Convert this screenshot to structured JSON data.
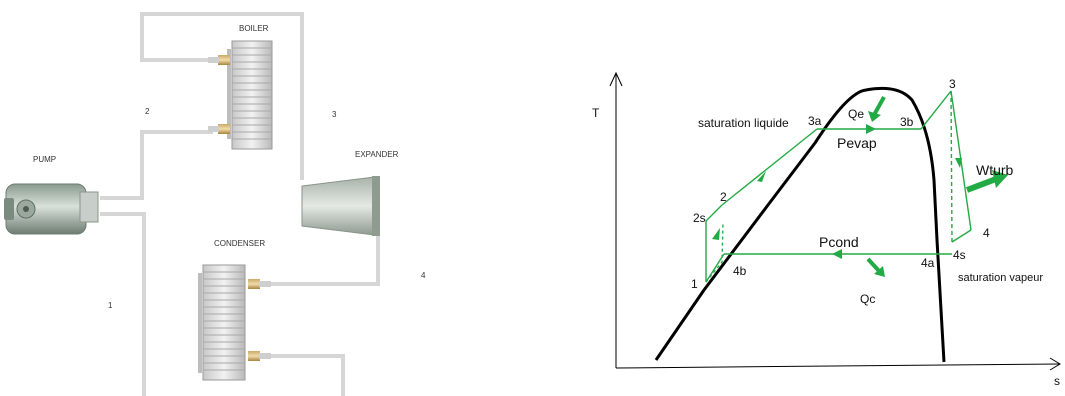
{
  "schematic": {
    "components": {
      "boiler": "BOILER",
      "pump": "PUMP",
      "expander": "EXPANDER",
      "condenser": "CONDENSER"
    },
    "states": {
      "s1": "1",
      "s2": "2",
      "s3": "3",
      "s4": "4"
    }
  },
  "ts_diagram": {
    "axes": {
      "y": "T",
      "x": "s"
    },
    "points": {
      "p1": "1",
      "p2": "2",
      "p2s": "2s",
      "p3": "3",
      "p3a": "3a",
      "p3b": "3b",
      "p4": "4",
      "p4s": "4s",
      "p4a": "4a",
      "p4b": "4b"
    },
    "labels": {
      "sat_liquid": "saturation liquide",
      "sat_vapor": "saturation vapeur",
      "pevap": "Pevap",
      "pcond": "Pcond",
      "qe": "Qe",
      "qc": "Qc",
      "wturb": "Wturb"
    },
    "colors": {
      "cycle": "#22aa44",
      "dome": "#000000"
    }
  }
}
